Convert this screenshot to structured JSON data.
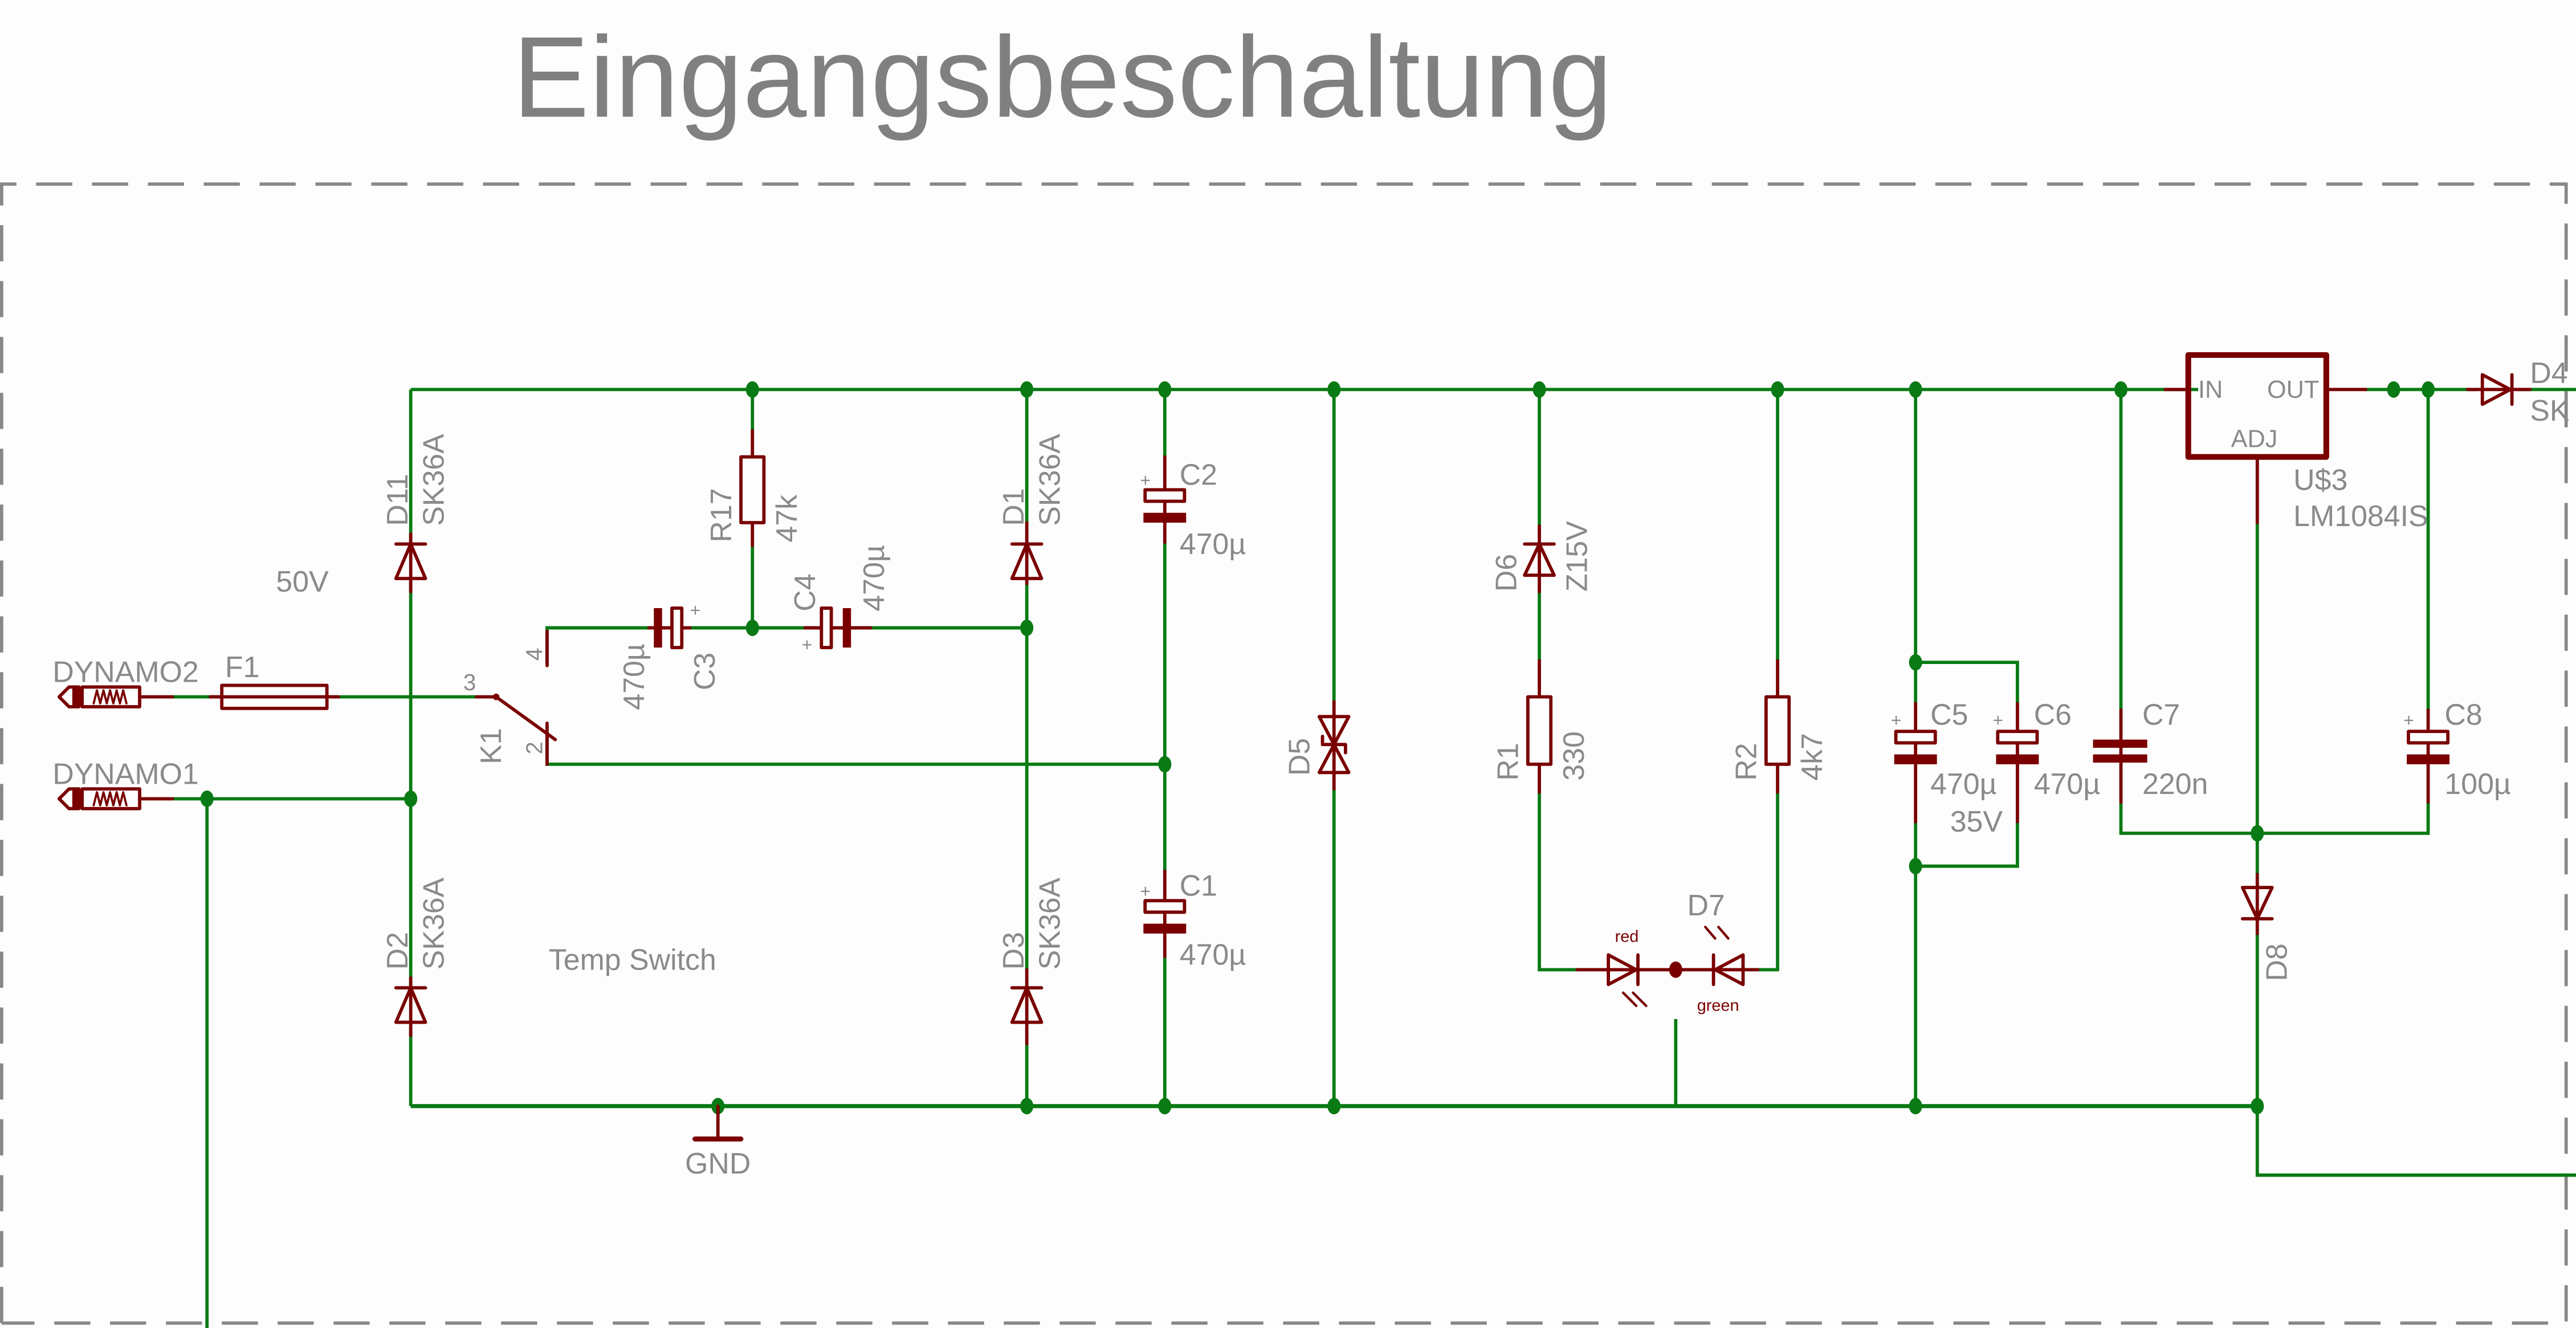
{
  "sheet": {
    "title": "Eingangsbeschaltung",
    "colors": {
      "wire": "#0a7a14",
      "symbol": "#7a0000",
      "text": "#8a8a8a",
      "frame": "#888888"
    }
  },
  "notes": {
    "voltage_note": "50V",
    "temp_switch": "Temp Switch",
    "ground": "GND"
  },
  "connectors": [
    {
      "name": "DYNAMO2"
    },
    {
      "name": "DYNAMO1"
    }
  ],
  "components": {
    "F1": {
      "name": "F1"
    },
    "K1": {
      "name": "K1",
      "pin3": "3",
      "pin4": "4",
      "pin2": "2"
    },
    "D11": {
      "name": "D11",
      "value": "SK36A"
    },
    "D2": {
      "name": "D2",
      "value": "SK36A"
    },
    "D1": {
      "name": "D1",
      "value": "SK36A"
    },
    "D3": {
      "name": "D3",
      "value": "SK36A"
    },
    "R17": {
      "name": "R17",
      "value": "47k"
    },
    "C3": {
      "name": "C3",
      "value": "470µ"
    },
    "C4": {
      "name": "C4",
      "value": "470µ"
    },
    "C2": {
      "name": "C2",
      "value": "470µ"
    },
    "C1": {
      "name": "C1",
      "value": "470µ"
    },
    "D5": {
      "name": "D5"
    },
    "D6": {
      "name": "D6",
      "value": "Z15V"
    },
    "R1": {
      "name": "R1",
      "value": "330"
    },
    "R2": {
      "name": "R2",
      "value": "4k7"
    },
    "D7": {
      "name": "D7",
      "red_label": "red",
      "green_label": "green"
    },
    "C5": {
      "name": "C5",
      "value": "470µ",
      "rating": "35V"
    },
    "C6": {
      "name": "C6",
      "value": "470µ"
    },
    "C7": {
      "name": "C7",
      "value": "220n"
    },
    "C8": {
      "name": "C8",
      "value": "100µ"
    },
    "U3": {
      "name": "U$3",
      "value": "LM1084IS",
      "pin_in": "IN",
      "pin_out": "OUT",
      "pin_adj": "ADJ"
    },
    "D8": {
      "name": "D8"
    },
    "D4": {
      "name": "D4",
      "value": "SK"
    }
  }
}
